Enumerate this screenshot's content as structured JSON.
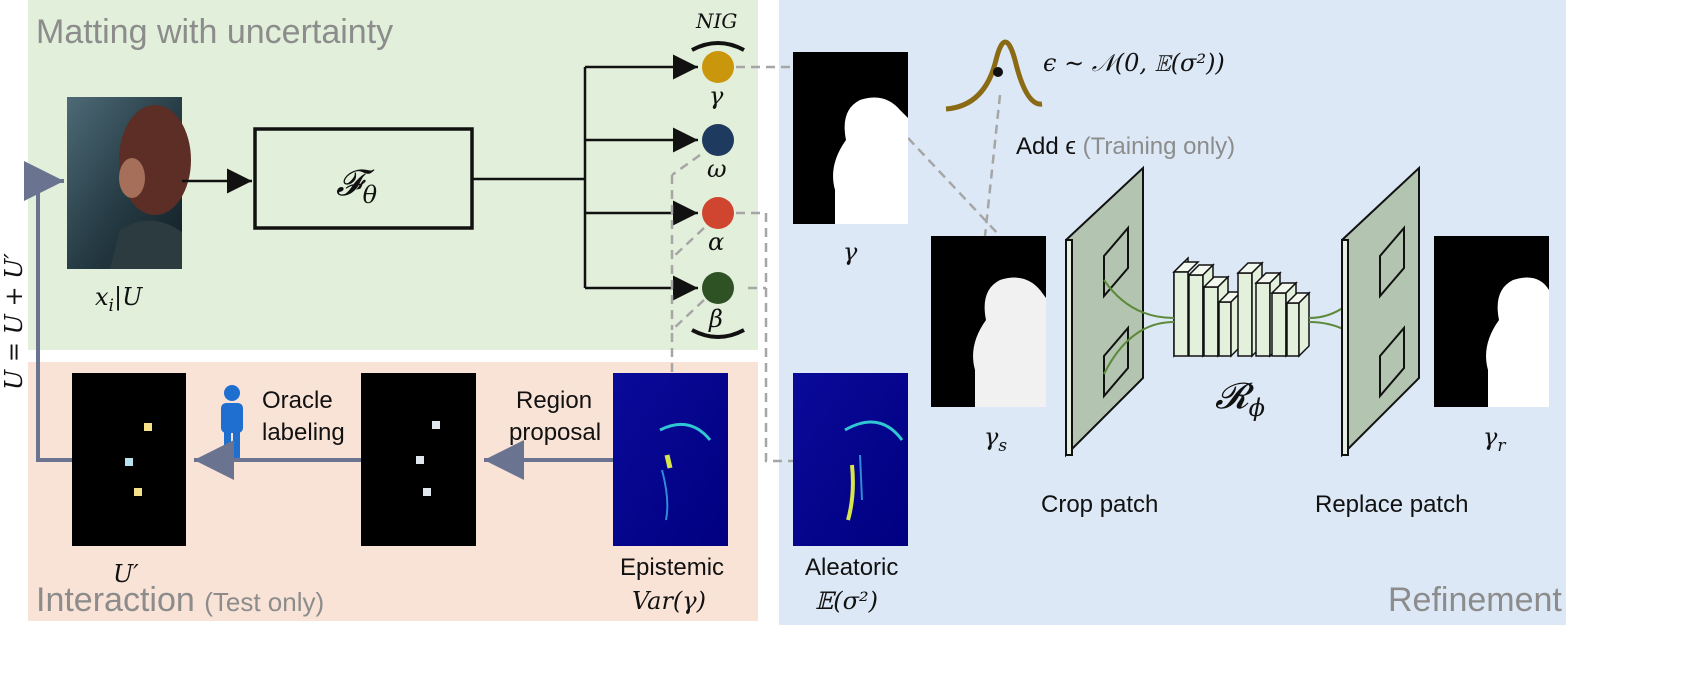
{
  "panels": {
    "matting": {
      "title": "Matting with uncertainty",
      "bg": "#e2efda"
    },
    "interaction": {
      "title_main": "Interaction",
      "title_note": "(Test only)",
      "bg": "#f9e3d6"
    },
    "refinement": {
      "title": "Refinement",
      "bg": "#dce8f5"
    }
  },
  "matting": {
    "input_label": "x_i|U",
    "network_label": "𝓕θ",
    "nig_label": "NIG",
    "outputs": [
      {
        "label": "γ",
        "color": "#c9960c"
      },
      {
        "label": "ω",
        "color": "#1e3a5f"
      },
      {
        "label": "α",
        "color": "#d0452f"
      },
      {
        "label": "β",
        "color": "#2f5224"
      }
    ]
  },
  "interaction": {
    "update_rule": "U = U + U′",
    "user_map_label": "U′",
    "oracle_label_1": "Oracle",
    "oracle_label_2": "labeling",
    "region_label_1": "Region",
    "region_label_2": "proposal",
    "epistemic_title": "Epistemic",
    "epistemic_math": "Var(γ)"
  },
  "refinement": {
    "gamma_label": "γ",
    "noise_formula": "ϵ ∼ 𝒩(0, 𝔼(σ²))",
    "add_noise_main": "Add ϵ",
    "add_noise_note": "(Training only)",
    "aleatoric_title": "Aleatoric",
    "aleatoric_math": "𝔼(σ²)",
    "gamma_s_label": "γs",
    "gamma_r_label": "γr",
    "network_label": "𝓡ϕ",
    "crop_label": "Crop patch",
    "replace_label": "Replace patch"
  },
  "colors": {
    "arrow_gray_blue": "#6a7490",
    "dashed_gray": "#a6a6a6",
    "plate_green": "#b3c5b0",
    "block_green": "#e2f0dc",
    "link_green": "#5d8a3a",
    "gaussian_stroke": "#8a6a14",
    "oracle_icon": "#1f6fd1"
  }
}
